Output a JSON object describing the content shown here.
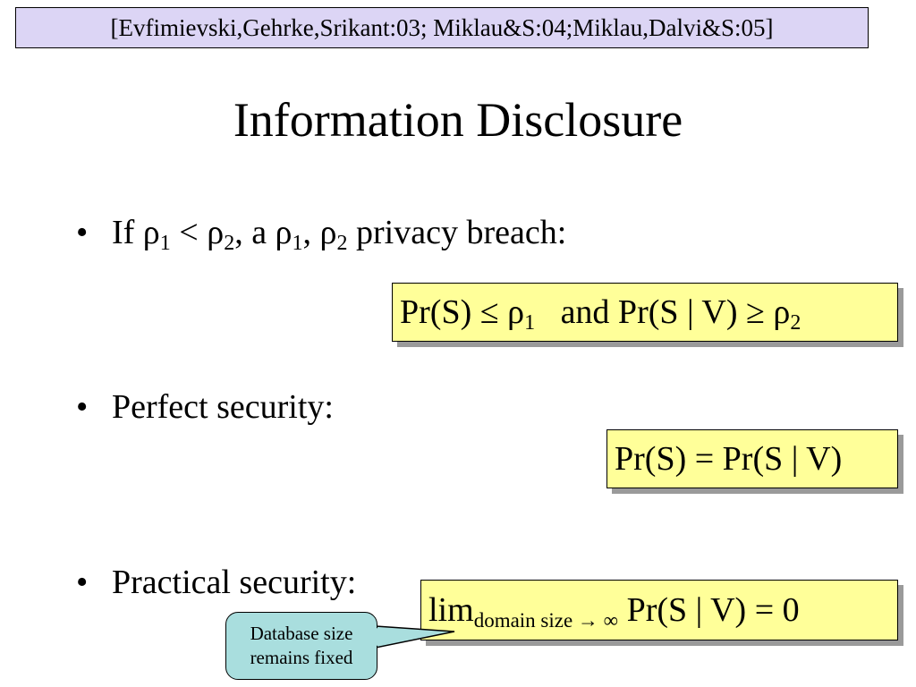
{
  "citation": "[Evfimievski,Gehrke,Srikant:03; Miklau&S:04;Miklau,Dalvi&S:05]",
  "title": "Information Disclosure",
  "bullets": {
    "b1": {
      "dot": "•",
      "p1": "If ρ",
      "s1": "1",
      "p2": " < ρ",
      "s2": "2",
      "p3": ", a ρ",
      "s3": "1",
      "p4": ", ρ",
      "s4": "2",
      "p5": " privacy breach:"
    },
    "b2": {
      "dot": "•",
      "text": "Perfect security:"
    },
    "b3": {
      "dot": "•",
      "text": "Practical security:"
    }
  },
  "formulas": {
    "breach": {
      "p1": "Pr(S) ≤ ρ",
      "s1": "1",
      "p2": "   and Pr(S | V) ≥ ρ",
      "s2": "2"
    },
    "perfect": {
      "text": "Pr(S) = Pr(S | V)"
    },
    "practical": {
      "p1": "lim",
      "s1": "domain size → ∞",
      "p2": " Pr(S | V) = 0"
    }
  },
  "callout": {
    "line1": "Database size",
    "line2": "remains fixed"
  }
}
